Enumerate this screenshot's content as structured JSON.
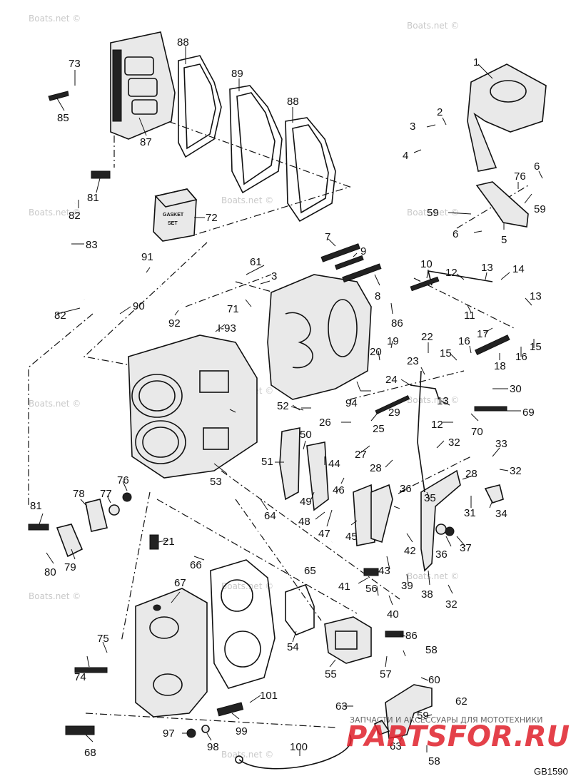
{
  "watermarks": [
    "Boats.net ©",
    "Boats.net ©",
    "Boats.net ©",
    "Boats.net ©",
    "Boats.net ©",
    "Boats.net ©",
    "Boats.net ©",
    "Boats.net ©",
    "Boats.net ©",
    "Boats.net ©",
    "Boats.net ©",
    "Boats.net ©"
  ],
  "callouts": [
    "1",
    "2",
    "3",
    "4",
    "5",
    "6",
    "6",
    "7",
    "8",
    "9",
    "10",
    "11",
    "12",
    "13",
    "14",
    "13",
    "15",
    "16",
    "17",
    "18",
    "15",
    "16",
    "19",
    "20",
    "21",
    "22",
    "23",
    "24",
    "25",
    "26",
    "27",
    "28",
    "29",
    "13",
    "12",
    "30",
    "31",
    "28",
    "32",
    "32",
    "33",
    "34",
    "35",
    "36",
    "36",
    "37",
    "38",
    "39",
    "32",
    "40",
    "41",
    "42",
    "43",
    "44",
    "45",
    "46",
    "47",
    "48",
    "49",
    "50",
    "51",
    "52",
    "53",
    "54",
    "55",
    "56",
    "57",
    "58",
    "58",
    "59",
    "59",
    "59",
    "60",
    "61",
    "3",
    "62",
    "63",
    "63",
    "64",
    "65",
    "66",
    "67",
    "68",
    "69",
    "70",
    "71",
    "72",
    "73",
    "74",
    "75",
    "76",
    "76",
    "77",
    "78",
    "79",
    "80",
    "81",
    "81",
    "82",
    "82",
    "83",
    "85",
    "86",
    "86",
    "87",
    "88",
    "88",
    "89",
    "90",
    "91",
    "92",
    "I-93",
    "94",
    "97",
    "98",
    "99",
    "100",
    "101"
  ],
  "parts_box": {
    "line1": "GASKET",
    "line2": "SET"
  },
  "brand": {
    "tagline": "ЗАПЧАСТИ И АКСЕССУАРЫ ДЛЯ МОТОТЕХНИКИ",
    "logo": "PARTSFOR.RU"
  },
  "figure_code": "GB1590"
}
